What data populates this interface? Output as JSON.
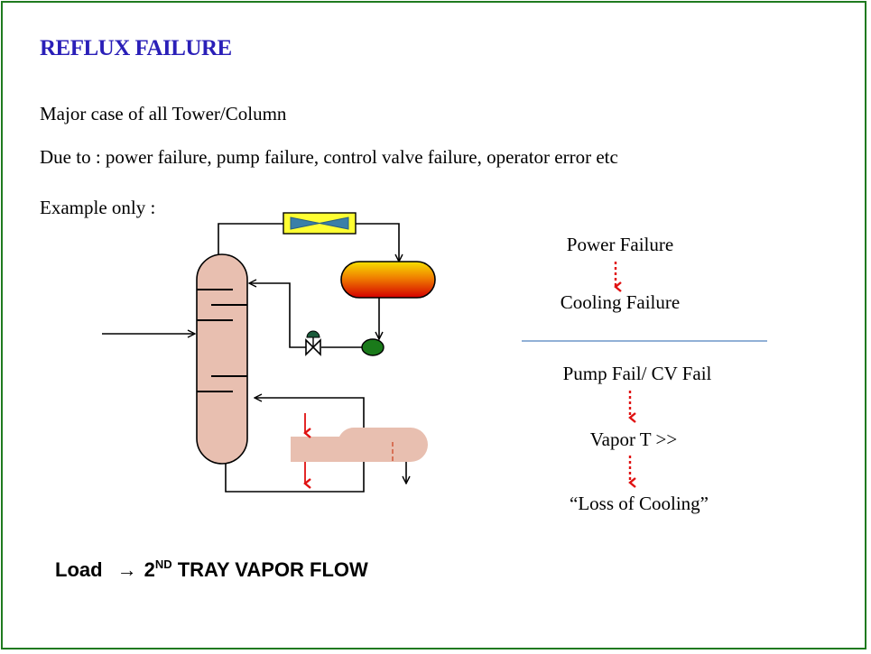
{
  "title": "REFLUX FAILURE",
  "body_lines": [
    "Major case of all Tower/Column",
    "Due to : power failure, pump failure, control valve failure, operator error etc",
    "Example only :"
  ],
  "right_flow": {
    "upper": [
      "Power Failure",
      "Cooling Failure"
    ],
    "lower": [
      "Pump Fail/ CV Fail",
      "Vapor  T >>",
      "“Loss of Cooling”"
    ]
  },
  "load_line": {
    "prefix": "Load",
    "arrow": "→",
    "ordinal_number": "2",
    "ordinal_suffix": "ND",
    "rest": " TRAY VAPOR FLOW"
  },
  "colors": {
    "title": "#2a1fb8",
    "border": "#1f7a1f",
    "column_fill": "#e8bfb0",
    "drum_gradient_top": "#f7e000",
    "drum_gradient_bottom": "#d40000",
    "condenser_fill": "#ffff33",
    "condenser_fan": "#3a7fa8",
    "pump_fill": "#1a7a1a",
    "dotted_arrow": "#e01010",
    "separator": "#4f81bd"
  }
}
